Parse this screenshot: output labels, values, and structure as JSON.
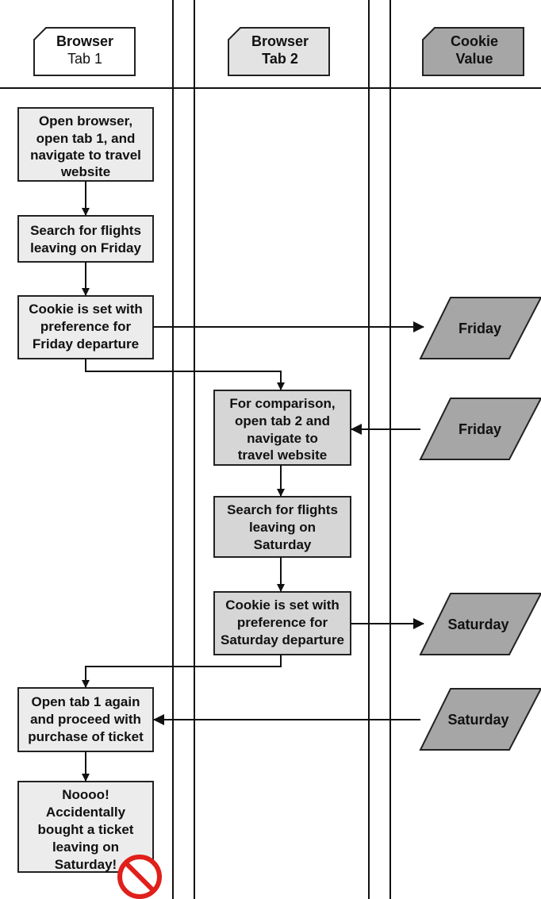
{
  "columns": {
    "tab1": [
      "Browser",
      "Tab 1"
    ],
    "tab2": [
      "Browser",
      "Tab 2"
    ],
    "cookie": [
      "Cookie",
      "Value"
    ]
  },
  "tab1_steps": {
    "open": [
      "Open browser,",
      "open tab 1, and",
      "navigate to travel",
      "website"
    ],
    "search": [
      "Search for flights",
      "leaving on Friday"
    ],
    "set_cookie": [
      "Cookie is set with",
      "preference for",
      "Friday departure"
    ],
    "purchase": [
      "Open tab 1 again",
      "and proceed with",
      "purchase of ticket"
    ],
    "result": [
      "Noooo!",
      "Accidentally",
      "bought a ticket",
      "leaving on",
      "Saturday!"
    ]
  },
  "tab2_steps": {
    "open": [
      "For comparison,",
      "open tab 2 and",
      "navigate to",
      "travel website"
    ],
    "search": [
      "Search for flights",
      "leaving on",
      "Saturday"
    ],
    "set_cookie": [
      "Cookie is set with",
      "preference for",
      "Saturday departure"
    ]
  },
  "cookie_values": [
    "Friday",
    "Friday",
    "Saturday",
    "Saturday"
  ],
  "colors": {
    "light_box": "#ececec",
    "mid_box": "#d6d6d6",
    "cookie_shape": "#a6a6a6",
    "no_sign": "#e0201b"
  },
  "icons": {
    "result_badge": "prohibited-icon"
  }
}
